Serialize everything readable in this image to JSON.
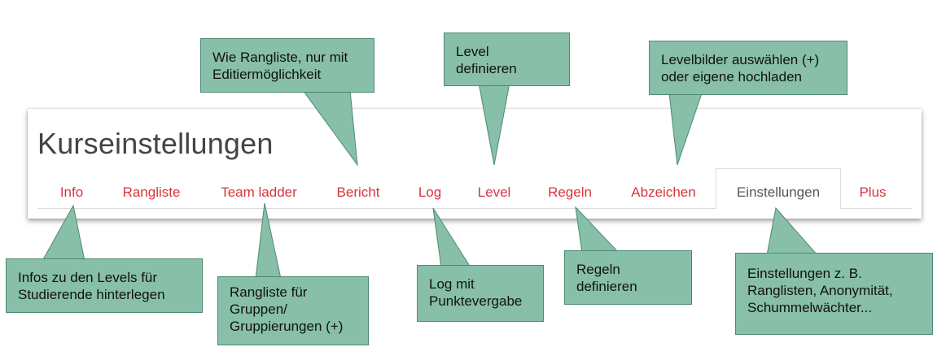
{
  "page": {
    "title": "Kurseinstellungen",
    "tabs": [
      {
        "label": "Info",
        "active": false
      },
      {
        "label": "Rangliste",
        "active": false
      },
      {
        "label": "Team ladder",
        "active": false
      },
      {
        "label": "Bericht",
        "active": false
      },
      {
        "label": "Log",
        "active": false
      },
      {
        "label": "Level",
        "active": false
      },
      {
        "label": "Regeln",
        "active": false
      },
      {
        "label": "Abzeichen",
        "active": false
      },
      {
        "label": "Einstellungen",
        "active": true
      },
      {
        "label": "Plus",
        "active": false
      }
    ]
  },
  "callouts": {
    "bericht": "Wie Rangliste, nur mit\nEditiermöglichkeit",
    "level": "Level\ndefinieren",
    "abzeichen": "Levelbilder auswählen (+)\noder eigene hochladen",
    "info": "Infos zu den Levels für\nStudierende hinterlegen",
    "team_ladder": "Rangliste für\nGruppen/\nGruppierungen (+)",
    "log": "Log mit\nPunktevergabe",
    "regeln": "Regeln\ndefinieren",
    "einstellungen": "Einstellungen z. B.\nRanglisten, Anonymität,\nSchummelwächter..."
  },
  "colors": {
    "tab_text": "#d9343f",
    "active_tab_text": "#555555",
    "callout_fill": "#87bfa8",
    "callout_border": "#4d8a72"
  }
}
